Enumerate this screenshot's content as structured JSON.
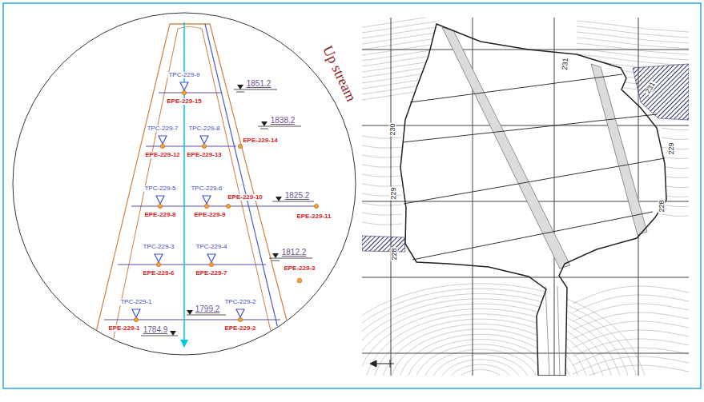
{
  "diagram": {
    "labels": [
      "TPC-229-9",
      "EPE-229-15",
      "1851.2",
      "TPC-229-7",
      "TPC-229-8",
      "1838.2",
      "EPE-229-12",
      "EPE-229-13",
      "EPE-229-14",
      "TPC-229-5",
      "TPC-229-6",
      "EPE-229-10",
      "1825.2",
      "EPE-229-8",
      "EPE-229-9",
      "EPE-229-11",
      "TPC-229-3",
      "TPC-229-4",
      "1812.2",
      "EPE-229-6",
      "EPE-229-7",
      "EPE-229-3",
      "TPC-229-1",
      "TPC-229-2",
      "1799.2",
      "1784.9",
      "EPE-229-1",
      "EPE-229-2",
      "Up stream",
      "231",
      "231",
      "230",
      "229",
      "229",
      "228",
      "228"
    ]
  }
}
